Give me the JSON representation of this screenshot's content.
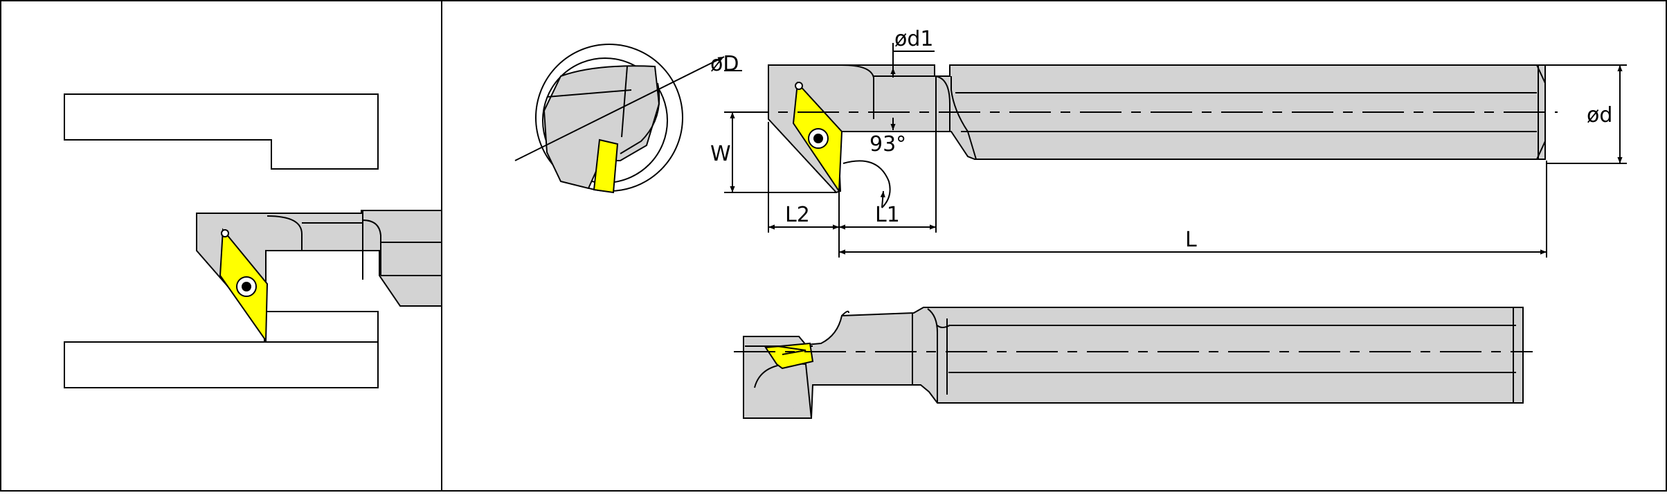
{
  "colors": {
    "body_fill": "#d3d3d3",
    "insert_fill": "#ffff00",
    "line": "#000000",
    "background": "#ffffff"
  },
  "labels": {
    "phi_D": "øD",
    "phi_d1": "ød1",
    "phi_d": "ød",
    "W": "W",
    "L2": "L2",
    "L1": "L1",
    "L": "L",
    "angle": "93°"
  }
}
